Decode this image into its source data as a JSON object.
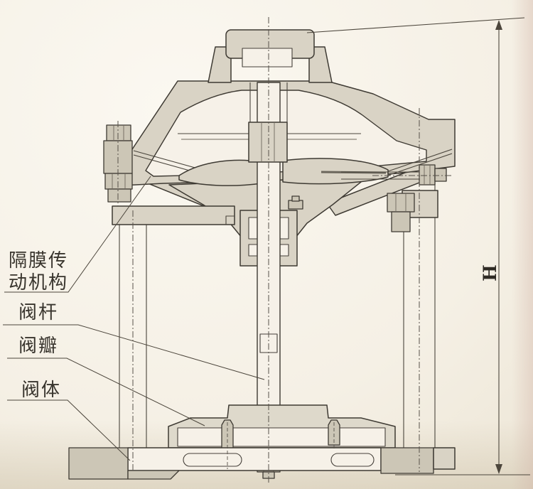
{
  "callouts": {
    "actuator": {
      "line1": "隔膜传",
      "line2": "动机构",
      "full": "隔膜传动机构"
    },
    "stem": {
      "label": "阀杆"
    },
    "disc": {
      "label": "阀瓣"
    },
    "body": {
      "label": "阀体"
    }
  },
  "dimensions": {
    "height": {
      "label": "H"
    }
  },
  "colors": {
    "paper": "#f6f1e8",
    "paper_edge": "#e4dac7",
    "ink": "#3e3a33",
    "ink_thin": "#6e675c",
    "metal_fill": "#d9d3c5",
    "metal_fill_dark": "#ccc6b6",
    "disc_fill": "#ded9cb"
  }
}
